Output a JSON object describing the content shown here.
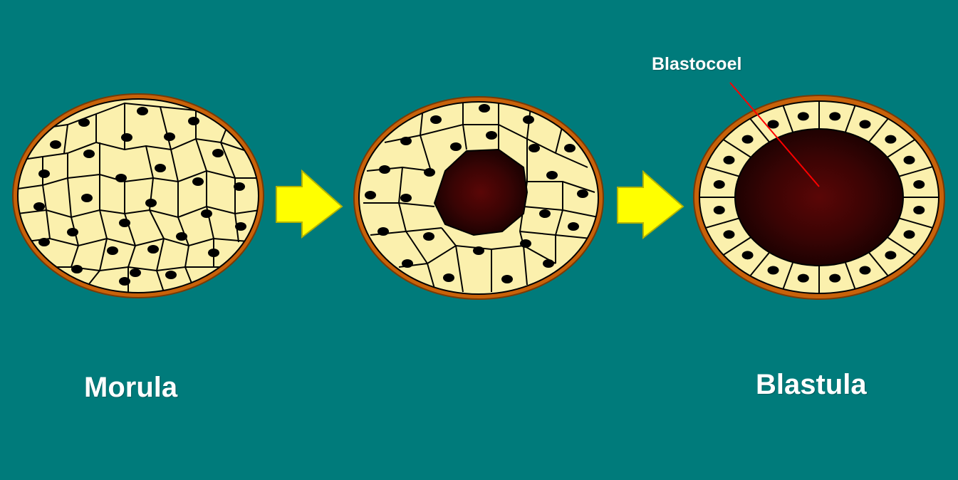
{
  "labels": {
    "morula": "Morula",
    "blastula": "Blastula",
    "blastocoel": "Blastocoel"
  },
  "colors": {
    "background": "#007b7b",
    "cell_fill": "#fbf0ad",
    "membrane": "#c8620a",
    "nucleus": "#000000",
    "arrow": "#ffff00",
    "cavity": "#5a0606",
    "pointer_line": "#ff0000"
  }
}
